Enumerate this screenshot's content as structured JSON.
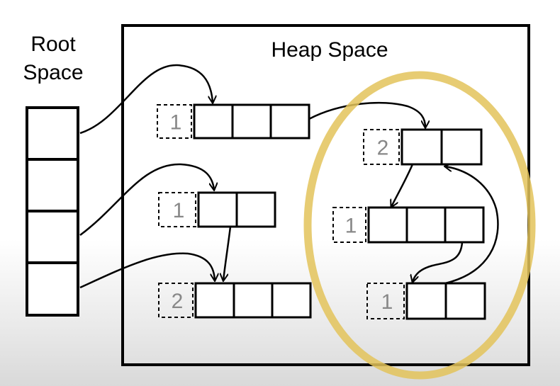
{
  "root_label_line1": "Root",
  "root_label_line2": "Space",
  "heap_label": "Heap Space",
  "objects": [
    {
      "id": "A",
      "ref_count": "1",
      "cells": 3
    },
    {
      "id": "B",
      "ref_count": "2",
      "cells": 2
    },
    {
      "id": "C",
      "ref_count": "1",
      "cells": 2
    },
    {
      "id": "D",
      "ref_count": "1",
      "cells": 3
    },
    {
      "id": "E",
      "ref_count": "2",
      "cells": 3
    },
    {
      "id": "F",
      "ref_count": "1",
      "cells": 2
    }
  ],
  "colors": {
    "highlight": "#e3c35a",
    "stroke": "#000000",
    "count_text": "#888888"
  }
}
